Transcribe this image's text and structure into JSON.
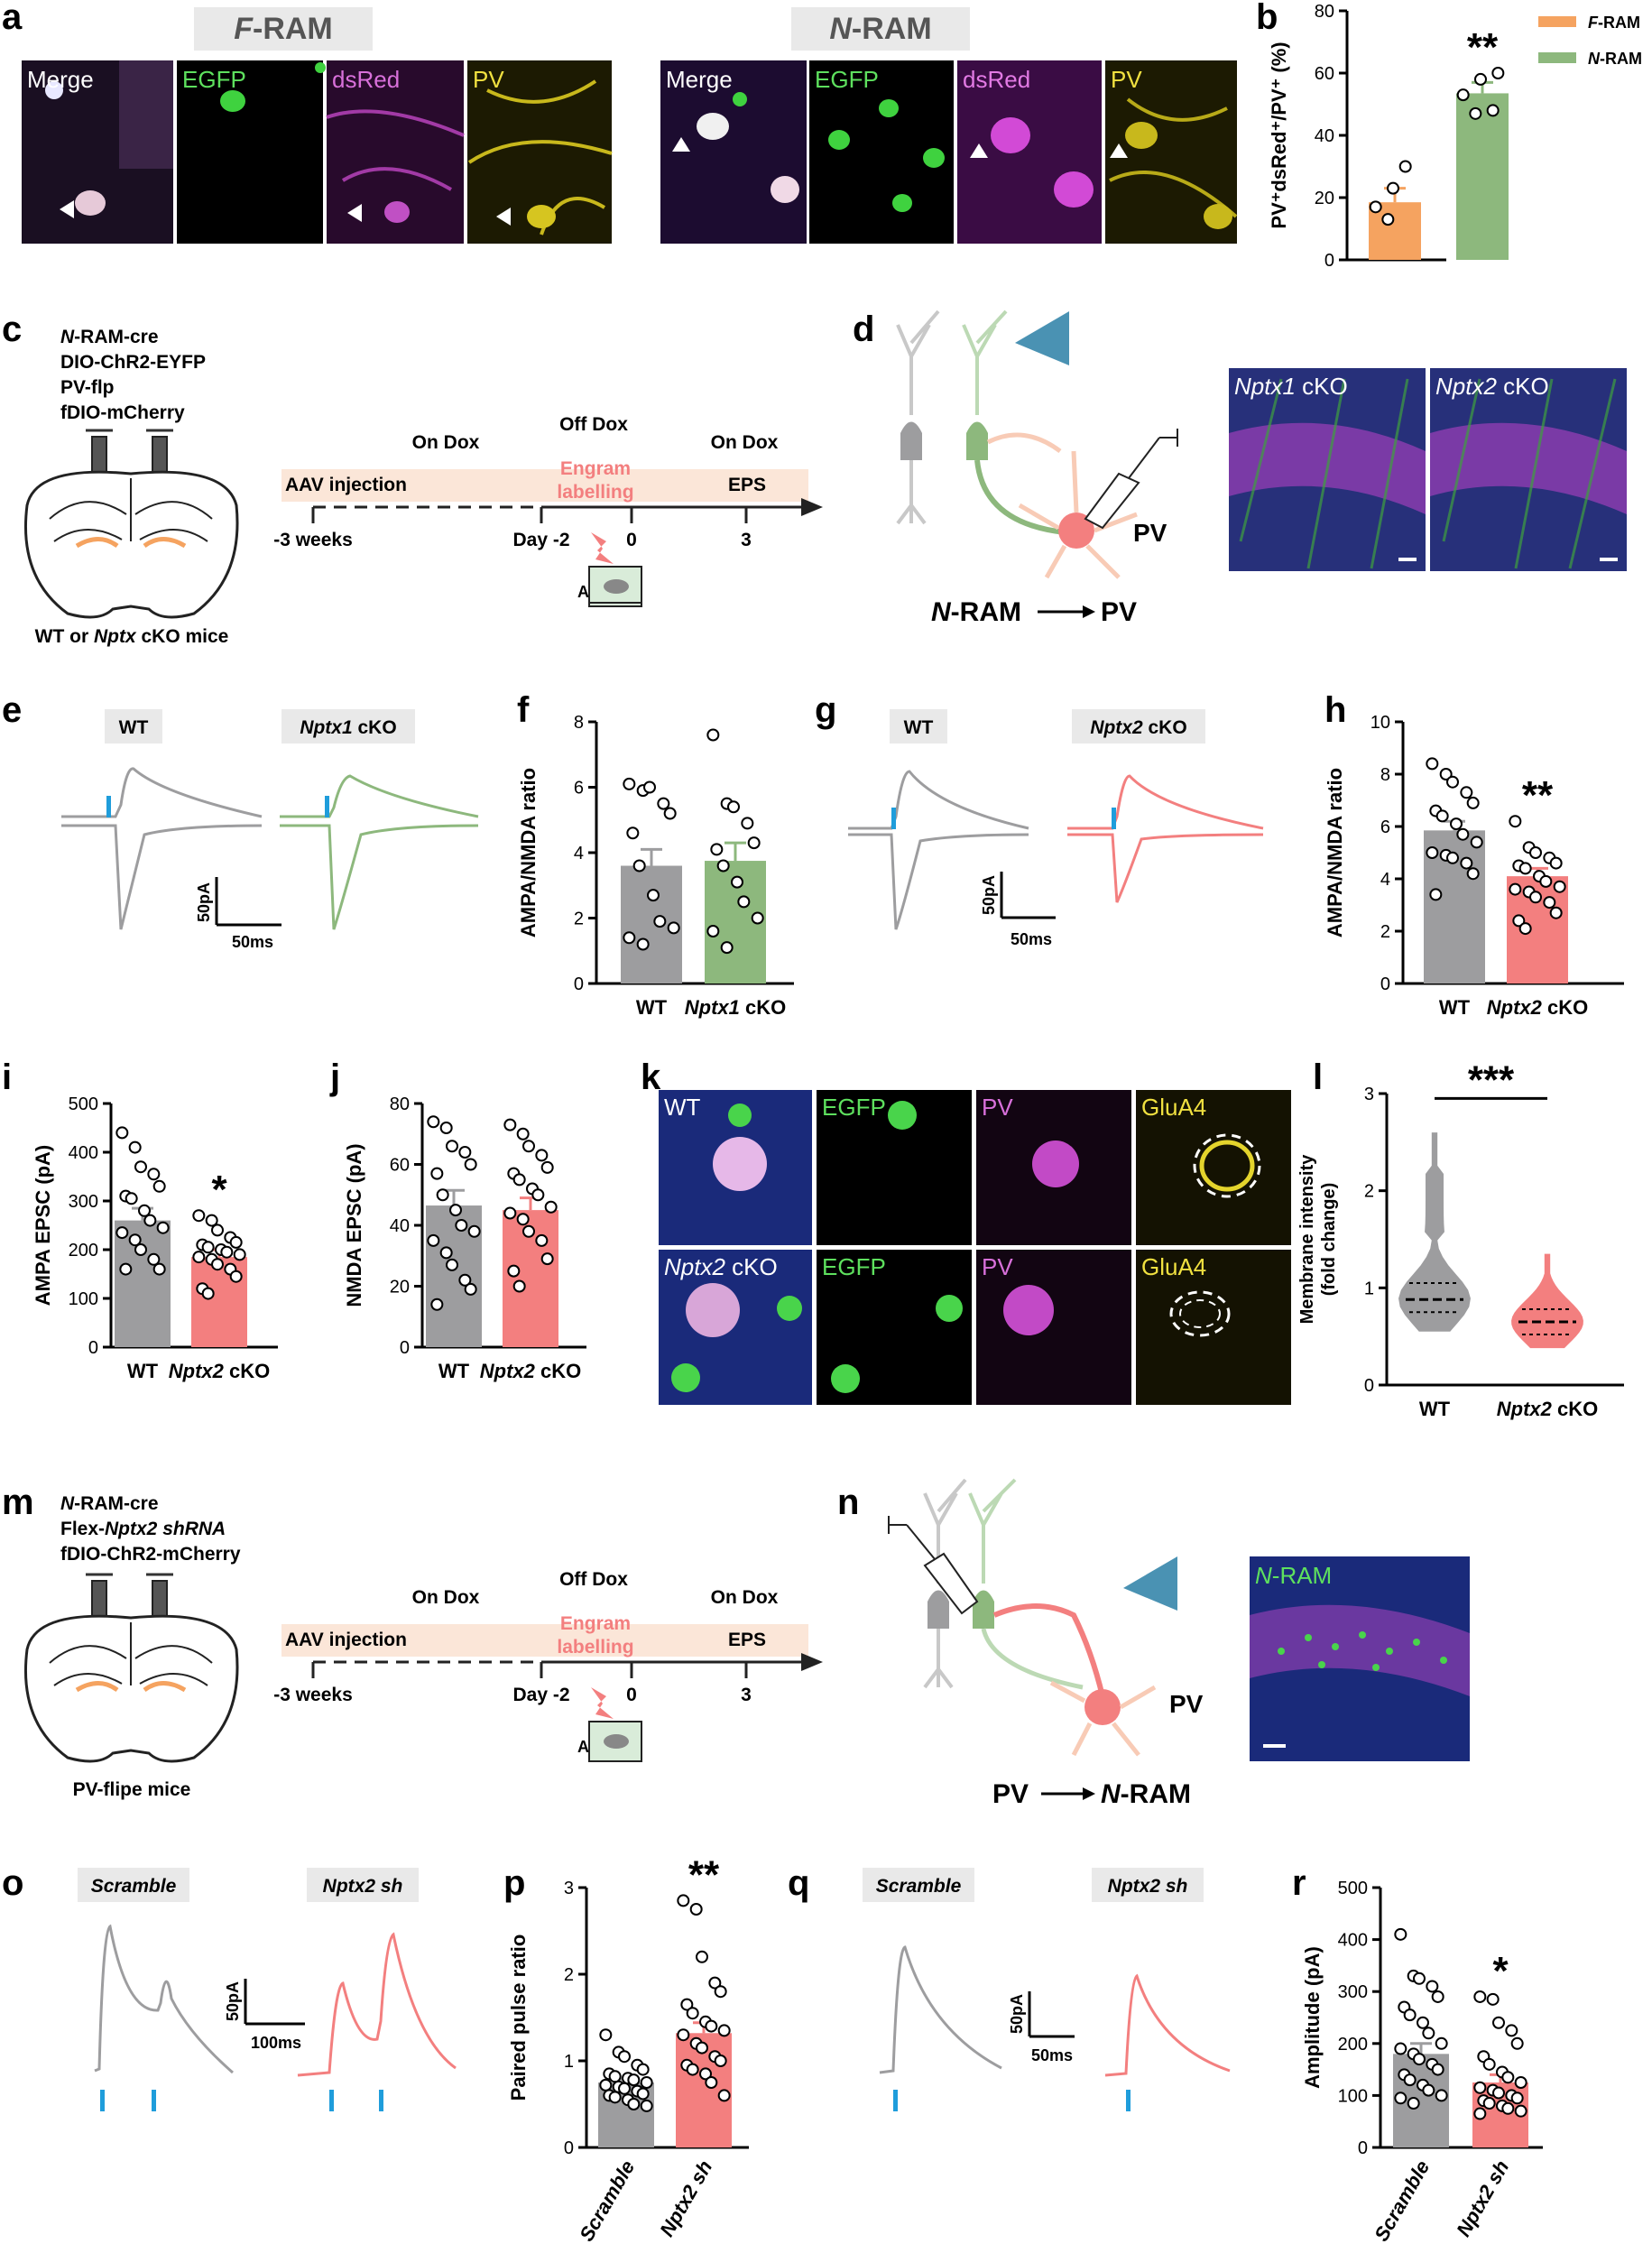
{
  "colors": {
    "gray": "#9d9d9f",
    "orange": "#f5a360",
    "green": "#8db87d",
    "red": "#f37f7f",
    "pink": "#f8cbb6",
    "pv": "#f37f7f",
    "blue": "#1f9ddb",
    "egfp": "#49d44b",
    "magenta": "#d64fd8",
    "yellow": "#f4e33b",
    "teal": "#2a7fa6"
  },
  "panel_letters": {
    "a": "a",
    "b": "b",
    "c": "c",
    "d": "d",
    "e": "e",
    "f": "f",
    "g": "g",
    "h": "h",
    "i": "i",
    "j": "j",
    "k": "k",
    "l": "l",
    "m": "m",
    "n": "n",
    "o": "o",
    "p": "p",
    "q": "q",
    "r": "r"
  },
  "panel_a": {
    "f_title_it": "F",
    "f_title_rest": "-RAM",
    "n_title_it": "N",
    "n_title_rest": "-RAM",
    "channels": [
      "Merge",
      "EGFP",
      "dsRed",
      "PV"
    ]
  },
  "panel_d": {
    "scheme_label_it": "N",
    "scheme_label_rest": "-RAM",
    "pv": "PV",
    "img1_it": "Nptx1",
    "img1_rest": " cKO",
    "img2_it": "Nptx2",
    "img2_rest": " cKO"
  },
  "panel_k": {
    "wt": "WT",
    "cko_it": "Nptx2",
    "cko_rest": " cKO",
    "channels": [
      "EGFP",
      "PV",
      "GluA4"
    ]
  },
  "panel_n": {
    "pv": "PV",
    "scheme_label_rest": "-RAM",
    "img_it": "N",
    "img_rest": "-RAM"
  },
  "panel_c": {
    "constructs": [
      {
        "it": "N",
        "rest": "-RAM-cre"
      },
      {
        "it": "",
        "rest": "DIO-ChR2-EYFP"
      },
      {
        "it": "",
        "rest": "PV-flp"
      },
      {
        "it": "",
        "rest": "fDIO-mCherry"
      }
    ],
    "mice_pre": "WT or ",
    "mice_it": "Nptx",
    "mice_post": " cKO mice",
    "on_dox_1": "On Dox",
    "off_dox": "Off Dox",
    "on_dox_2": "On Dox",
    "aav": "AAV injection",
    "engram_1": "Engram",
    "engram_2": "labelling",
    "eps": "EPS",
    "t_3w": "-3 weeks",
    "t_d2": "Day -2",
    "t_0": "0",
    "t_3": "3",
    "ctx": "A"
  },
  "panel_m": {
    "constructs": [
      {
        "it": "N",
        "rest": "-RAM-cre"
      },
      {
        "pre": "Flex-",
        "it": "Nptx2 shRNA",
        "rest": ""
      },
      {
        "it": "",
        "rest": "fDIO-ChR2-mCherry"
      }
    ],
    "mice": "PV-flipe mice",
    "on_dox_1": "On Dox",
    "off_dox": "Off Dox",
    "on_dox_2": "On Dox",
    "aav": "AAV injection",
    "engram_1": "Engram",
    "engram_2": "labelling",
    "eps": "EPS",
    "t_3w": "-3 weeks",
    "t_d2": "Day -2",
    "t_0": "0",
    "t_3": "3",
    "ctx": "A"
  },
  "trace_panels": {
    "e": {
      "left": "WT",
      "right_it": "Nptx1",
      "right_rest": " cKO",
      "sb_y": "50pA",
      "sb_x": "50ms"
    },
    "g": {
      "left": "WT",
      "right_it": "Nptx2",
      "right_rest": " cKO",
      "sb_y": "50pA",
      "sb_x": "50ms"
    },
    "o": {
      "left": "Scramble",
      "right": "Nptx2 sh",
      "sb_y": "50pA",
      "sb_x": "100ms"
    },
    "q": {
      "left": "Scramble",
      "right": "Nptx2 sh",
      "sb_y": "50pA",
      "sb_x": "50ms"
    }
  },
  "chart_data": [
    {
      "panel": "b",
      "type": "bar",
      "categories": [
        "F-RAM",
        "N-RAM"
      ],
      "values": [
        18.5,
        53.5
      ],
      "errors": [
        4.5,
        3.5
      ],
      "points": [
        [
          17,
          13,
          23,
          30
        ],
        [
          53,
          47,
          58,
          48,
          60
        ]
      ],
      "ylabel_html": "PV⁺dsRed⁺/PV⁺ (%)",
      "ylim": [
        0,
        80
      ],
      "yticks": [
        0,
        20,
        40,
        60,
        80
      ],
      "legend": [
        "F-RAM",
        "N-RAM"
      ],
      "legend_position": "top-right",
      "significance": "**"
    },
    {
      "panel": "f",
      "type": "bar",
      "categories": [
        "WT",
        "Nptx1 cKO"
      ],
      "values": [
        3.6,
        3.75
      ],
      "errors": [
        0.5,
        0.55
      ],
      "points": [
        [
          6.1,
          5.9,
          6.0,
          5.5,
          5.2,
          4.6,
          3.6,
          2.7,
          1.9,
          1.7,
          1.4,
          1.2
        ],
        [
          7.6,
          5.5,
          5.4,
          4.9,
          4.3,
          4.1,
          3.6,
          3.1,
          2.5,
          2.0,
          1.6,
          1.1
        ]
      ],
      "ylabel": "AMPA/NMDA ratio",
      "ylim": [
        0,
        8
      ],
      "yticks": [
        0,
        2,
        4,
        6,
        8
      ]
    },
    {
      "panel": "h",
      "type": "bar",
      "categories": [
        "WT",
        "Nptx2 cKO"
      ],
      "values": [
        5.85,
        4.1
      ],
      "errors": [
        0.35,
        0.3
      ],
      "points": [
        [
          8.4,
          8.0,
          7.7,
          7.3,
          6.9,
          6.6,
          6.4,
          6.1,
          5.7,
          5.4,
          5.0,
          4.9,
          4.8,
          4.6,
          4.2,
          3.4
        ],
        [
          6.2,
          5.2,
          5.0,
          4.8,
          4.6,
          4.5,
          4.4,
          4.1,
          3.9,
          3.7,
          3.6,
          3.5,
          3.3,
          3.1,
          2.7,
          2.4,
          2.1
        ]
      ],
      "ylabel": "AMPA/NMDA ratio",
      "ylim": [
        0,
        10
      ],
      "yticks": [
        0,
        2,
        4,
        6,
        8,
        10
      ],
      "significance": "**"
    },
    {
      "panel": "i",
      "type": "bar",
      "categories": [
        "WT",
        "Nptx2 cKO"
      ],
      "values": [
        260,
        185
      ],
      "errors": [
        25,
        15
      ],
      "points": [
        [
          440,
          410,
          370,
          355,
          330,
          310,
          305,
          280,
          260,
          245,
          235,
          220,
          200,
          180,
          160,
          160
        ],
        [
          270,
          260,
          240,
          225,
          215,
          210,
          205,
          200,
          195,
          190,
          185,
          180,
          170,
          160,
          145,
          120,
          110
        ]
      ],
      "ylabel": "AMPA EPSC (pA)",
      "ylim": [
        0,
        500
      ],
      "yticks": [
        0,
        100,
        200,
        300,
        400,
        500
      ],
      "significance": "*"
    },
    {
      "panel": "j",
      "type": "bar",
      "categories": [
        "WT",
        "Nptx2 cKO"
      ],
      "values": [
        46.5,
        45
      ],
      "errors": [
        5,
        4
      ],
      "points": [
        [
          74,
          72,
          66,
          64,
          60,
          57,
          50,
          45,
          40,
          38,
          35,
          31,
          27,
          22,
          19,
          14
        ],
        [
          73,
          70,
          66,
          63,
          59,
          57,
          55,
          52,
          50,
          46,
          44,
          42,
          38,
          35,
          29,
          25,
          20
        ]
      ],
      "ylabel": "NMDA EPSC (pA)",
      "ylim": [
        0,
        80
      ],
      "yticks": [
        0,
        20,
        40,
        60,
        80
      ]
    },
    {
      "panel": "l",
      "type": "violin",
      "categories": [
        "WT",
        "Nptx2 cKO"
      ],
      "quartiles": [
        [
          0.75,
          0.88,
          1.05
        ],
        [
          0.52,
          0.65,
          0.78
        ]
      ],
      "range": [
        [
          0.55,
          2.6
        ],
        [
          0.38,
          1.35
        ]
      ],
      "ylabel": "Membrane intensity (fold change)",
      "ylim": [
        0,
        3
      ],
      "yticks": [
        0,
        1,
        2,
        3
      ],
      "significance": "***"
    },
    {
      "panel": "p",
      "type": "bar",
      "categories": [
        "Scramble",
        "Nptx2 sh"
      ],
      "values": [
        0.75,
        1.32
      ],
      "errors": [
        0.04,
        0.12
      ],
      "points": [
        [
          1.3,
          1.1,
          1.05,
          0.95,
          0.9,
          0.85,
          0.82,
          0.8,
          0.78,
          0.75,
          0.72,
          0.7,
          0.68,
          0.65,
          0.62,
          0.6,
          0.58,
          0.55,
          0.5,
          0.48
        ],
        [
          2.85,
          2.75,
          2.2,
          1.9,
          1.8,
          1.65,
          1.55,
          1.45,
          1.4,
          1.35,
          1.3,
          1.2,
          1.15,
          1.05,
          1.0,
          0.95,
          0.9,
          0.85,
          0.75,
          0.6
        ]
      ],
      "ylabel": "Paired pulse ratio",
      "ylim": [
        0,
        3
      ],
      "yticks": [
        0,
        1,
        2,
        3
      ],
      "significance": "**"
    },
    {
      "panel": "r",
      "type": "bar",
      "categories": [
        "Scramble",
        "Nptx2 sh"
      ],
      "values": [
        180,
        125
      ],
      "errors": [
        20,
        15
      ],
      "points": [
        [
          410,
          330,
          325,
          310,
          290,
          270,
          255,
          240,
          220,
          200,
          190,
          180,
          170,
          160,
          150,
          140,
          130,
          120,
          110,
          100,
          95,
          85
        ],
        [
          290,
          285,
          240,
          225,
          200,
          175,
          160,
          145,
          135,
          125,
          115,
          110,
          105,
          100,
          95,
          90,
          85,
          80,
          75,
          70,
          65
        ]
      ],
      "ylabel": "Amplitude (pA)",
      "ylim": [
        0,
        500
      ],
      "yticks": [
        0,
        100,
        200,
        300,
        400,
        500
      ],
      "significance": "*"
    }
  ]
}
